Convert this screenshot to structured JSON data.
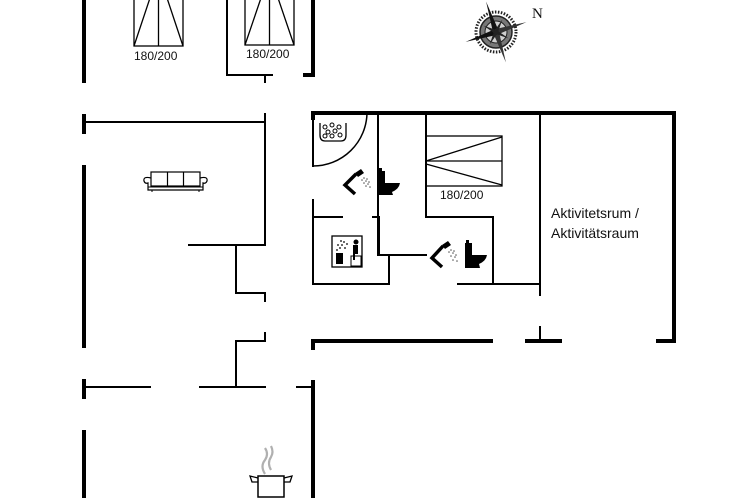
{
  "floor_plan": {
    "beds": [
      {
        "label": "180/200",
        "orientation": "vertical",
        "room": "bedroom-top-left"
      },
      {
        "label": "180/200",
        "orientation": "vertical",
        "room": "bedroom-top-middle"
      },
      {
        "label": "180/200",
        "orientation": "horizontal",
        "room": "bedroom-center"
      }
    ],
    "rooms": {
      "activity_room": {
        "label_line1": "Aktivitetsrum /",
        "label_line2": "Aktivitätsraum"
      }
    },
    "compass": {
      "north_label": "N",
      "icon": "compass-rose-icon"
    },
    "icons": [
      "whirlpool-tub-icon",
      "shower-icon",
      "toilet-icon",
      "sauna-icon",
      "sofa-icon",
      "cooking-pot-icon"
    ],
    "colors": {
      "wall": "#000000",
      "background": "#ffffff",
      "steam": "#b0b0b0"
    }
  }
}
